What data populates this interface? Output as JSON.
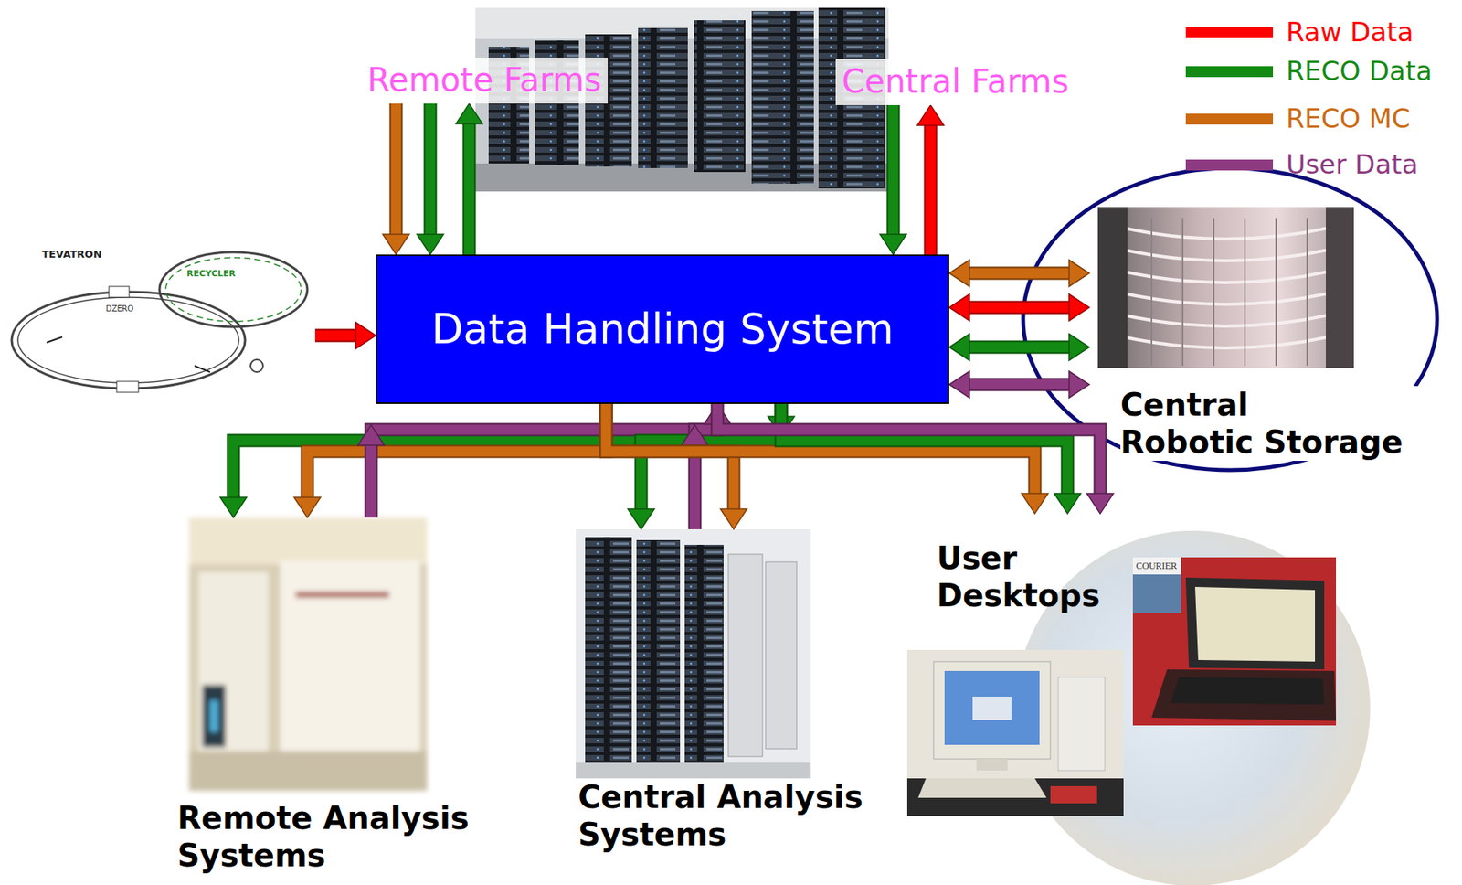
{
  "diagram": {
    "nodes": [
      {
        "text": [
          "Remote Farms"
        ]
      },
      {
        "text": [
          "Central Farms"
        ]
      },
      {
        "text": [
          "TEVATRON",
          "RECYCLER",
          "DZERO"
        ]
      },
      {
        "text": [
          "Data Handling System"
        ]
      },
      {
        "text": [
          "Central Robotic Storage"
        ]
      },
      {
        "text": [
          "Remote Analysis Systems"
        ]
      },
      {
        "text": [
          "Central Analysis Systems"
        ]
      },
      {
        "text": [
          "User Desktops"
        ]
      }
    ],
    "edges": [
      {
        "from": 0,
        "to": 3,
        "arrow": "to"
      },
      {
        "from": 0,
        "to": 3,
        "arrow": "to"
      },
      {
        "from": 3,
        "to": 0,
        "arrow": "to"
      },
      {
        "from": 1,
        "to": 3,
        "arrow": "to"
      },
      {
        "from": 3,
        "to": 1,
        "arrow": "to"
      },
      {
        "from": 2,
        "to": 3,
        "arrow": "to"
      },
      {
        "from": 3,
        "to": 4,
        "arrow": "both"
      },
      {
        "from": 3,
        "to": 4,
        "arrow": "both"
      },
      {
        "from": 3,
        "to": 4,
        "arrow": "both"
      },
      {
        "from": 3,
        "to": 4,
        "arrow": "both"
      },
      {
        "from": 3,
        "to": 5,
        "arrow": "to"
      },
      {
        "from": 3,
        "to": 5,
        "arrow": "to"
      },
      {
        "from": 5,
        "to": 3,
        "arrow": "to"
      },
      {
        "from": 3,
        "to": 6,
        "arrow": "to"
      },
      {
        "from": 6,
        "to": 3,
        "arrow": "to"
      },
      {
        "from": 3,
        "to": 6,
        "arrow": "to"
      },
      {
        "from": 3,
        "to": 7,
        "arrow": "to"
      },
      {
        "from": 3,
        "to": 7,
        "arrow": "to"
      },
      {
        "from": 3,
        "to": 7,
        "arrow": "to"
      }
    ],
    "labels": [
      "COURIER"
    ],
    "legend": [
      {
        "text": "Raw Data",
        "color": "#ff0000"
      },
      {
        "text": "RECO Data",
        "color": "#138a13"
      },
      {
        "text": "RECO MC",
        "color": "#cc6a12"
      },
      {
        "text": "User Data",
        "color": "#8e3a80"
      }
    ]
  }
}
